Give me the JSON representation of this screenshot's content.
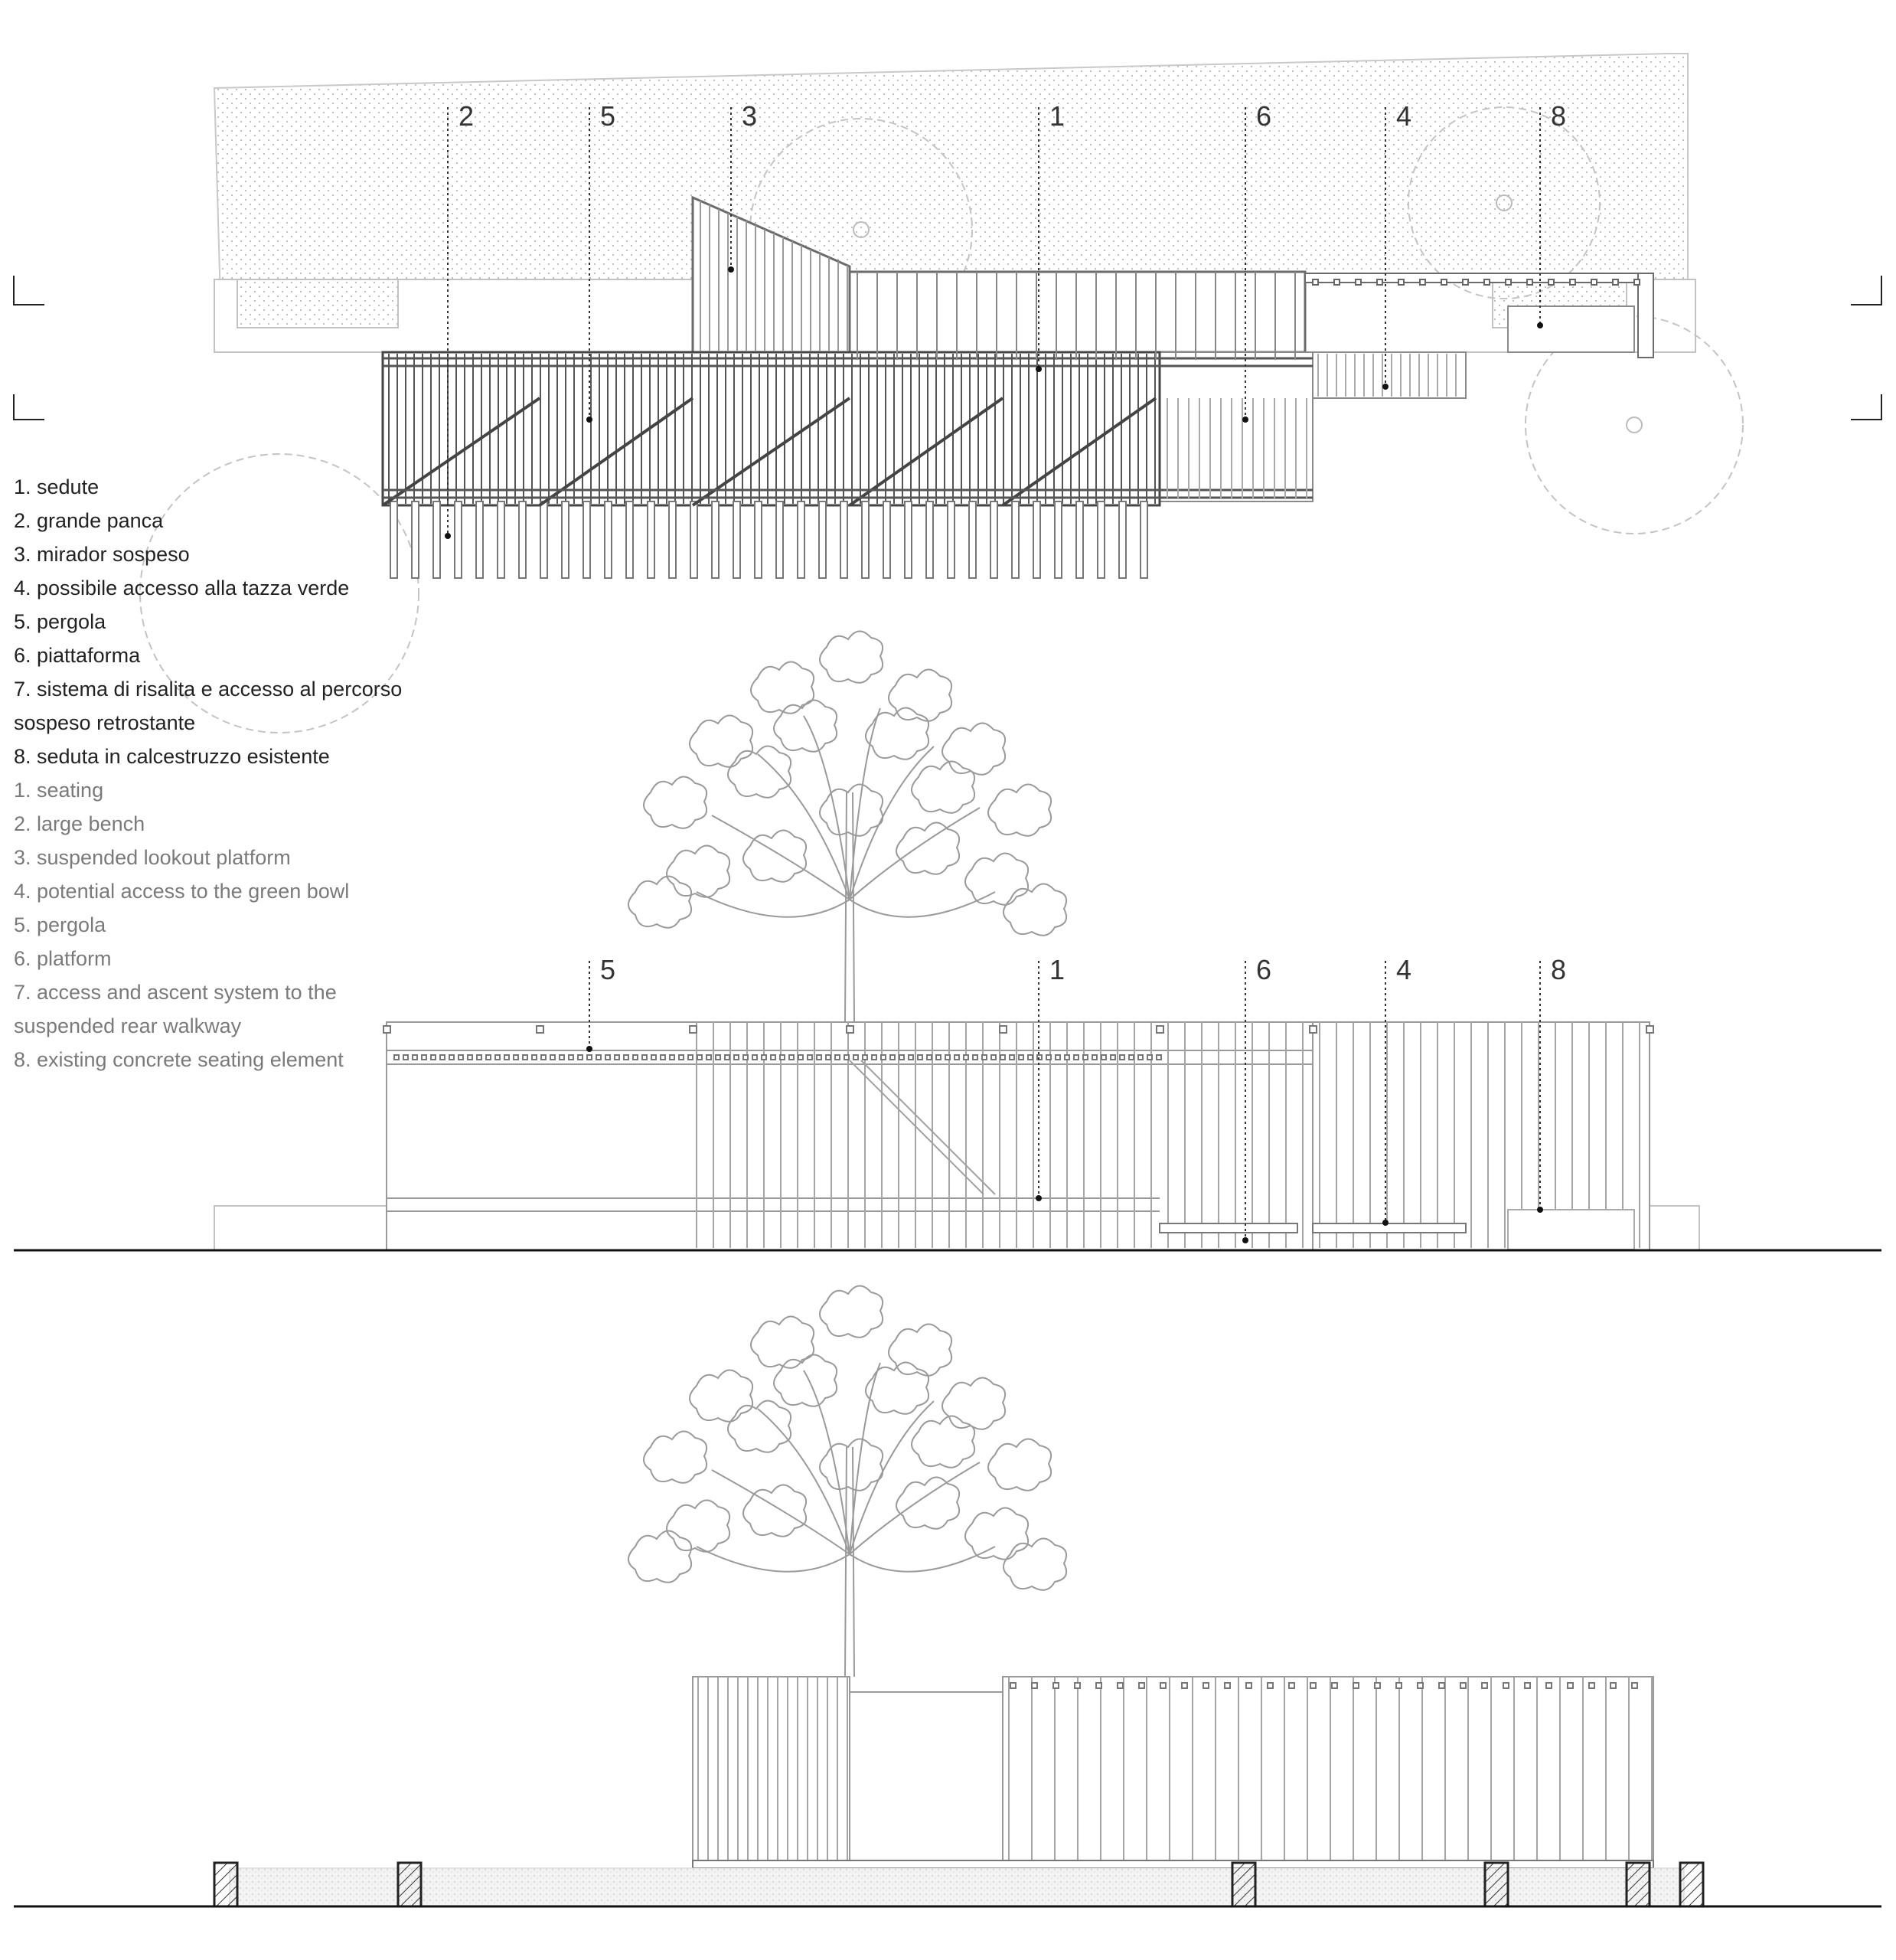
{
  "plan_callouts": [
    "2",
    "5",
    "3",
    "1",
    "6",
    "4",
    "8"
  ],
  "elevation_callouts": [
    "5",
    "1",
    "6",
    "4",
    "8"
  ],
  "legend_it": [
    "1. sedute",
    "2. grande panca",
    "3. mirador sospeso",
    "4. possibile accesso alla tazza verde",
    "5. pergola",
    "6. piattaforma",
    "7. sistema di risalita e accesso al percorso",
    "sospeso retrostante",
    "8. seduta in calcestruzzo esistente"
  ],
  "legend_en": [
    "1. seating",
    "2. large bench",
    "3. suspended lookout platform",
    "4. potential access to the green bowl",
    "5. pergola",
    "6. platform",
    "7. access and ascent system to the",
    "suspended rear walkway",
    "8. existing concrete seating element"
  ],
  "colors": {
    "line": "#9a9a9a",
    "dark_line": "#333333",
    "ground": "#111111",
    "english_text": "#7a7a7a",
    "italian_text": "#222222"
  }
}
